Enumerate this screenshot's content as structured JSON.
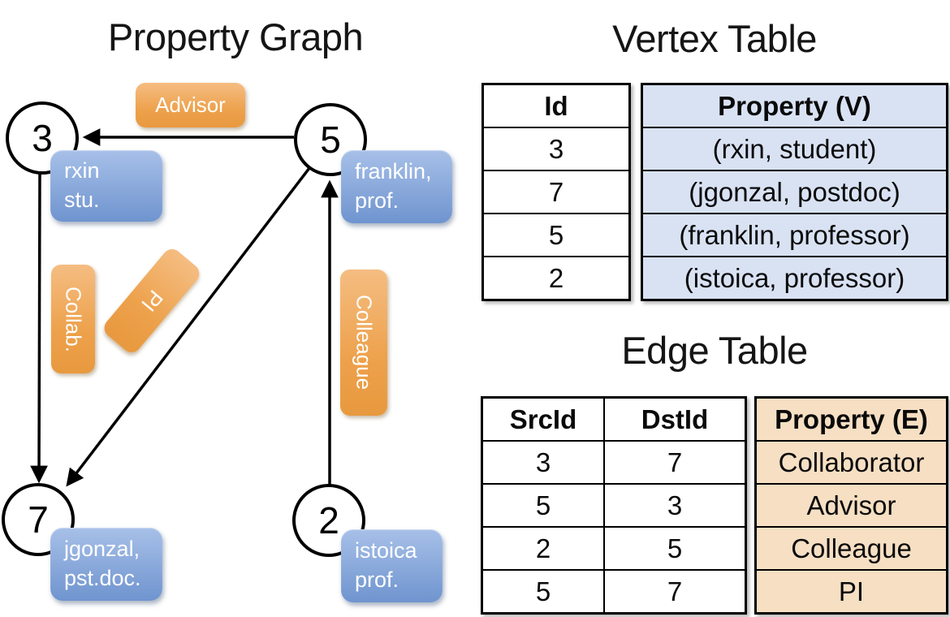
{
  "titles": {
    "graph": "Property Graph",
    "vertex_table": "Vertex Table",
    "edge_table": "Edge Table"
  },
  "graph": {
    "nodes": [
      {
        "id": "3",
        "property_lines": [
          "rxin",
          "stu."
        ]
      },
      {
        "id": "5",
        "property_lines": [
          "franklin,",
          "prof."
        ]
      },
      {
        "id": "7",
        "property_lines": [
          "jgonzal,",
          "pst.doc."
        ]
      },
      {
        "id": "2",
        "property_lines": [
          "istoica",
          "prof."
        ]
      }
    ],
    "edge_labels": [
      {
        "text": "Advisor"
      },
      {
        "text": "Collab."
      },
      {
        "text": "PI"
      },
      {
        "text": "Colleague"
      }
    ]
  },
  "vertex_table": {
    "columns": [
      "Id",
      "Property (V)"
    ],
    "rows": [
      [
        "3",
        "(rxin, student)"
      ],
      [
        "7",
        "(jgonzal, postdoc)"
      ],
      [
        "5",
        "(franklin, professor)"
      ],
      [
        "2",
        "(istoica, professor)"
      ]
    ]
  },
  "edge_table": {
    "columns": [
      "SrcId",
      "DstId",
      "Property (E)"
    ],
    "rows": [
      [
        "3",
        "7",
        "Collaborator"
      ],
      [
        "5",
        "3",
        "Advisor"
      ],
      [
        "2",
        "5",
        "Colleague"
      ],
      [
        "5",
        "7",
        "PI"
      ]
    ]
  },
  "colors": {
    "orange_top": "#f5bd82",
    "orange_mid": "#eda14b",
    "orange_bottom": "#e8993f",
    "blue_top": "#a7c0e8",
    "blue_bottom": "#6f94cf",
    "vertex_cell_bg": "#d9e2f3",
    "edge_cell_bg": "#f6dfc3",
    "line_color": "#000000",
    "text_dark": "#111111"
  }
}
